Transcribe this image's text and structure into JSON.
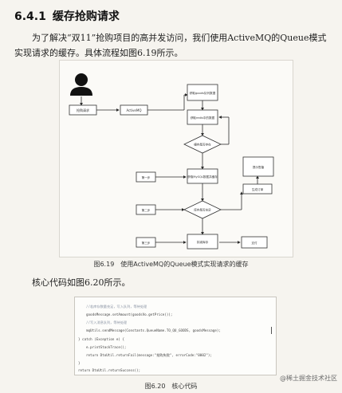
{
  "section": {
    "number": "6.4.1",
    "title": "缓存抢购请求"
  },
  "intro_paragraph": "为了解决“双11”抢购项目的高并发访问，我们使用ActiveMQ的Queue模式实现请求的缓存。具体流程如图6.19所示。",
  "figure_619": {
    "number": "图6.19",
    "caption": "使用ActiveMQ的Queue模式实现请求的缓存",
    "nodes": [
      {
        "id": "request",
        "text": "抢购请求"
      },
      {
        "id": "activemq",
        "text": "ActiveMQ"
      },
      {
        "id": "get_goods",
        "text": "获取goods队列数据"
      },
      {
        "id": "get_redis",
        "text": "获取redis中的数据"
      },
      {
        "id": "cache_check",
        "text": "缓存是否存在"
      },
      {
        "id": "get_mysql",
        "text": "获取MySQL数据并缓存"
      },
      {
        "id": "stock_check",
        "text": "库存是否充足"
      },
      {
        "id": "deduct",
        "text": "扣减库存"
      },
      {
        "id": "result_left",
        "text": "提示售罄"
      },
      {
        "id": "order",
        "text": "生成订单"
      },
      {
        "id": "side1",
        "text": "第一步"
      },
      {
        "id": "side2",
        "text": "第二步"
      },
      {
        "id": "side3",
        "text": "第三步"
      },
      {
        "id": "pay",
        "text": "支付"
      }
    ]
  },
  "code_intro": "核心代码如图6.20所示。",
  "code": {
    "lines": [
      {
        "text": "//若库存数量充足，写入队列，等待处理",
        "kind": "comment"
      },
      {
        "text": "goodsMessage.setAmount(goodsVo.getPrice());",
        "kind": "code"
      },
      {
        "text": "//写入消息队列，等待处理",
        "kind": "comment"
      },
      {
        "text": "mqUtils.sendMessage(Constants.QueueName.TO_QU_GOODS, goodsMessage);",
        "kind": "code"
      },
      {
        "text": "} catch (Exception e) {",
        "kind": "code"
      },
      {
        "text": "e.printStackTrace();",
        "kind": "code"
      },
      {
        "text": "return DtoUtil.returnFail(message:\"抢购失败\", errorCode:\"0002\");",
        "kind": "code"
      },
      {
        "text": "}",
        "kind": "code"
      },
      {
        "text": "return DtoUtil.returnSuccess();",
        "kind": "code"
      }
    ]
  },
  "figure_620": {
    "number": "图6.20",
    "caption": "核心代码"
  },
  "watermark": "@稀土掘金技术社区"
}
